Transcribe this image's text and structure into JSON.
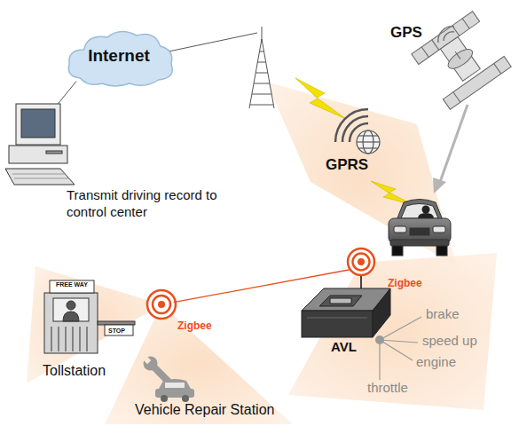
{
  "diagram": {
    "nodes": [
      {
        "text": [
          "Internet"
        ]
      },
      {
        "text": [
          "Transmit driving record to control center"
        ]
      },
      {
        "text": [
          "GPS"
        ]
      },
      {
        "text": [
          "GPRS"
        ]
      },
      {
        "text": [
          "Zigbee"
        ]
      },
      {
        "text": [
          "AVL"
        ]
      },
      {
        "text": [
          "Zigbee"
        ]
      },
      {
        "text": [
          "FREE WAY",
          "STOP",
          "Tollstation"
        ]
      },
      {
        "text": [
          "Vehicle Repair Station"
        ]
      }
    ],
    "edges": [
      {
        "from": 0,
        "to": 1,
        "arrow": "none"
      },
      {
        "from": 6,
        "to": 4,
        "arrow": "none"
      }
    ],
    "labels": [
      "brake",
      "speed up",
      "engine",
      "throttle"
    ]
  }
}
